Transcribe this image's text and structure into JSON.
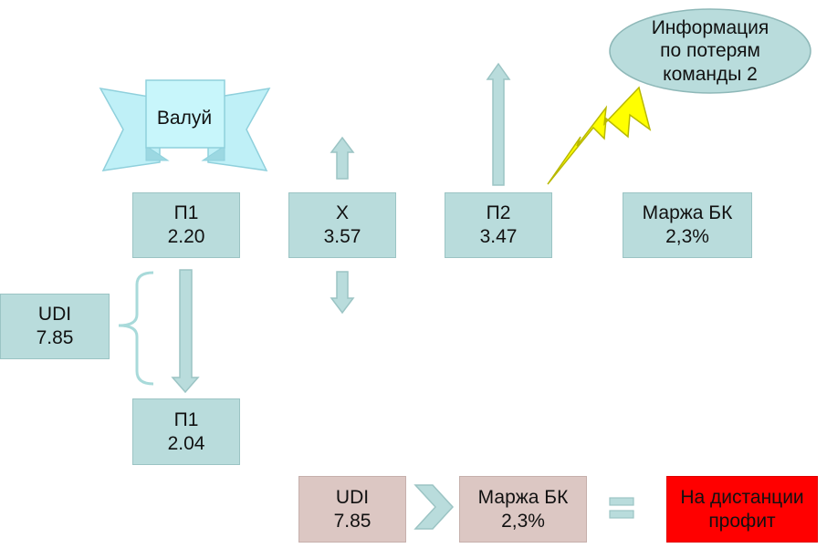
{
  "banner": {
    "label": "Валуй"
  },
  "callout": {
    "lines": [
      "Информация",
      "по потерям",
      "команды 2"
    ]
  },
  "boxes": {
    "p1_top": {
      "name": "П1",
      "value": "2.20"
    },
    "x": {
      "name": "Х",
      "value": "3.57"
    },
    "p2": {
      "name": "П2",
      "value": "3.47"
    },
    "margin_top": {
      "name": "Маржа БК",
      "value": "2,3%"
    },
    "udi_left": {
      "name": "UDI",
      "value": "7.85"
    },
    "p1_bottom": {
      "name": "П1",
      "value": "2.04"
    },
    "udi_bottom": {
      "name": "UDI",
      "value": "7.85"
    },
    "margin_bottom": {
      "name": "Маржа БК",
      "value": "2,3%"
    },
    "result": {
      "line1": "На дистанции",
      "line2": "профит"
    }
  },
  "colors": {
    "teal_fill": "#b9dcdc",
    "teal_stroke": "#9bc4c4",
    "pink_fill": "#dcc7c3",
    "result_red": "#ff0000",
    "bolt_yellow": "#ffff00",
    "callout_fill": "#b9dcdc"
  }
}
